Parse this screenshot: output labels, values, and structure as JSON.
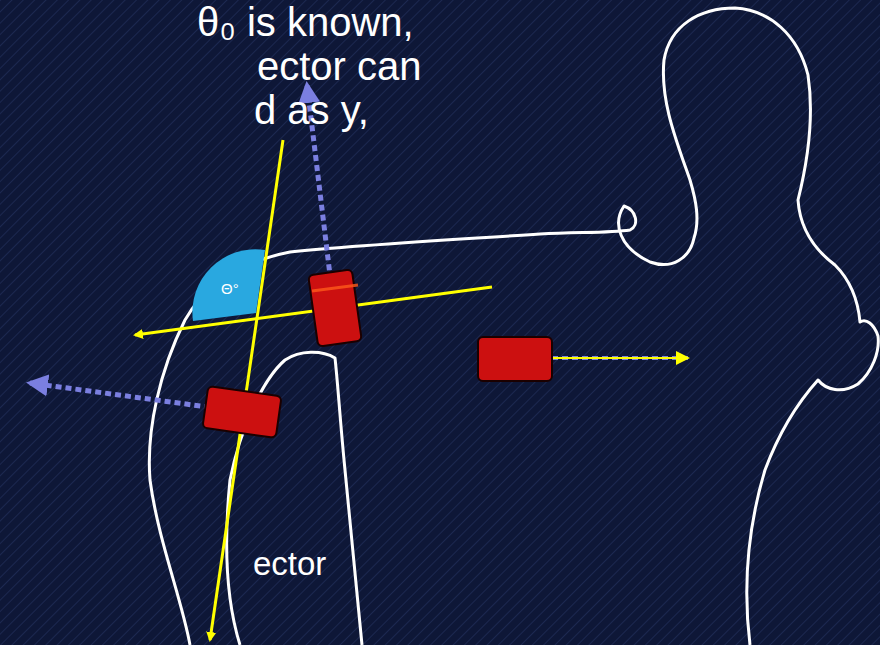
{
  "diagram": {
    "labels": [
      "θ₀ is known,",
      "ector can",
      "d as y,",
      "Θ°",
      "ector"
    ]
  }
}
